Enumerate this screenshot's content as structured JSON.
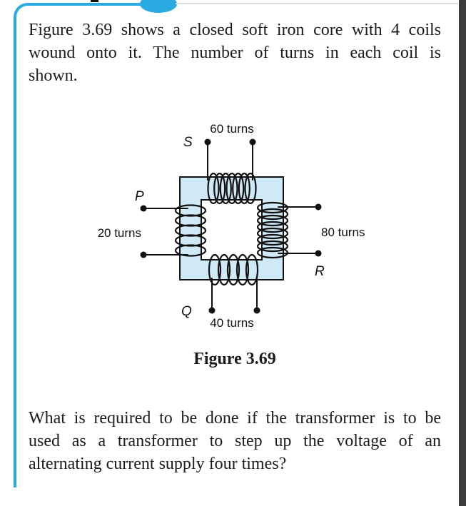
{
  "accent": {
    "border_color": "#29abe2",
    "page_edge_color": "#3d3d3d"
  },
  "paragraph_intro": {
    "lines": [
      "Figure 3.69 shows a closed soft iron core with 4 coils",
      "wound onto it. The number of turns in each coil is",
      "shown."
    ]
  },
  "figure": {
    "caption": "Figure 3.69",
    "colors": {
      "core_fill": "#cfe9f7",
      "outline": "#111111"
    },
    "coils": {
      "top": {
        "label": "60 turns",
        "terminal": "S"
      },
      "left": {
        "label": "20 turns",
        "terminal": "P"
      },
      "right": {
        "label": "80 turns",
        "terminal": "R"
      },
      "bottom": {
        "label": "40 turns",
        "terminal": "Q"
      }
    }
  },
  "paragraph_question": {
    "lines": [
      "What is required to be done if the transformer is to be",
      "used as a transformer to step up the voltage of an",
      "alternating current supply four times?"
    ]
  }
}
